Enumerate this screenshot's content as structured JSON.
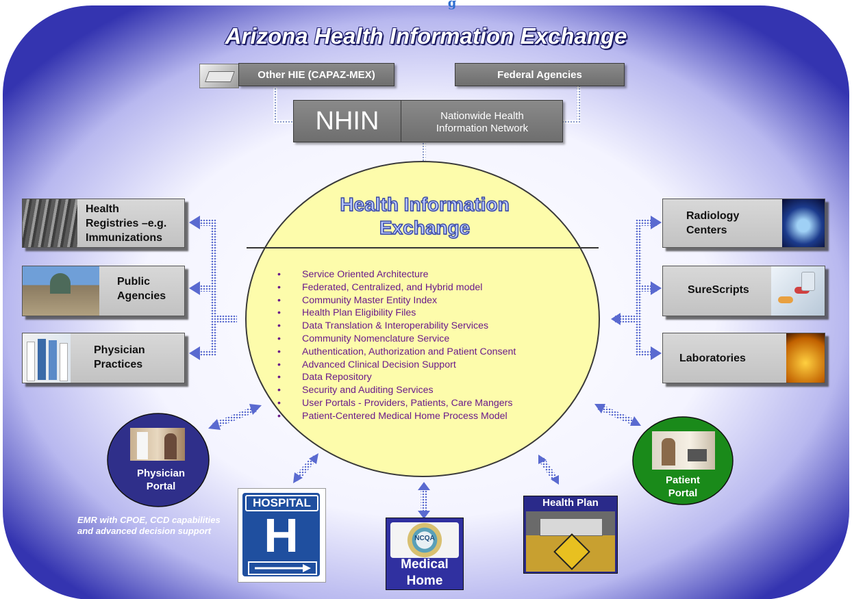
{
  "heading_partial": "g",
  "title": "Arizona Health Information Exchange",
  "top_boxes": {
    "other_hie": "Other HIE (CAPAZ-MEX)",
    "federal": "Federal Agencies"
  },
  "nhin": {
    "abbr": "NHIN",
    "line1": "Nationwide Health",
    "line2": "Information Network"
  },
  "hub": {
    "title_line1": "Health Information",
    "title_line2": "Exchange",
    "features": [
      "Service Oriented Architecture",
      "Federated, Centralized, and Hybrid model",
      "Community Master Entity Index",
      "Health Plan Eligibility Files",
      "Data Translation & Interoperability Services",
      "Community Nomenclature Service",
      "Authentication, Authorization and Patient Consent",
      "Advanced Clinical Decision Support",
      "Data Repository",
      "Security and Auditing Services",
      "User Portals -  Providers, Patients, Care Mangers",
      "Patient-Centered Medical Home Process Model"
    ]
  },
  "left_boxes": {
    "registries": [
      "Health",
      "Registries –e.g.",
      "Immunizations"
    ],
    "public": [
      "Public",
      "Agencies"
    ],
    "physician": [
      "Physician",
      "Practices"
    ]
  },
  "right_boxes": {
    "radiology": [
      "Radiology",
      "Centers"
    ],
    "surescripts": "SureScripts",
    "labs": "Laboratories"
  },
  "physician_portal": [
    "Physician",
    "Portal"
  ],
  "patient_portal": [
    "Patient",
    "Portal"
  ],
  "emr_note": "EMR with CPOE, CCD capabilities and advanced decision support",
  "hospital": {
    "sign": "HOSPITAL",
    "letter": "H"
  },
  "medical_home": {
    "badge": "NCQA",
    "line1": "Medical",
    "line2": "Home"
  },
  "health_plan": "Health Plan",
  "colors": {
    "panel_outer": "#2a2aa0",
    "panel_inner": "#ffffff",
    "hub_fill": "#fdfcab",
    "feature_text": "#6a1a8a",
    "physician_portal": "#30308a",
    "patient_portal": "#1a8a1a",
    "arrow": "#6070d0"
  }
}
